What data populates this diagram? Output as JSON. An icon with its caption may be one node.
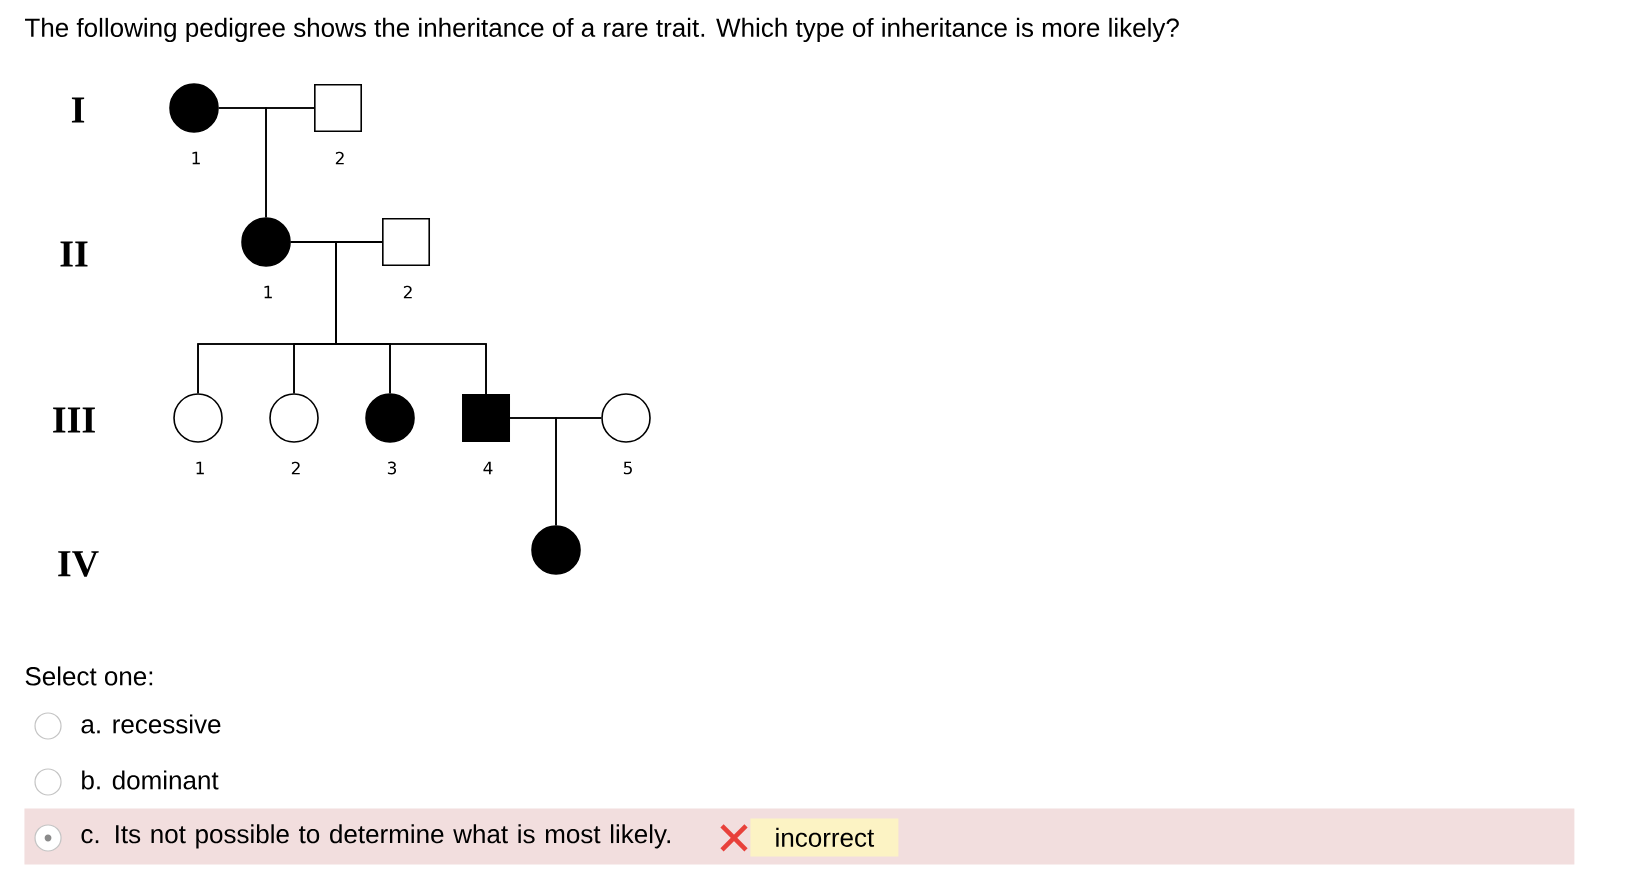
{
  "diagram": {
    "title": "The following pedigree shows the inheritance of a rare trait. Which type of inheritance is more likely?",
    "nodes": [
      {
        "text": [],
        "shape": "disc",
        "beside": [
          "1"
        ]
      },
      {
        "text": [],
        "shape": "box",
        "beside": [
          "2"
        ]
      },
      {
        "text": [],
        "shape": "disc",
        "beside": [
          "1"
        ]
      },
      {
        "text": [],
        "shape": "box",
        "beside": [
          "2"
        ]
      },
      {
        "text": [],
        "shape": "circle",
        "beside": [
          "1"
        ]
      },
      {
        "text": [],
        "shape": "circle",
        "beside": [
          "2"
        ]
      },
      {
        "text": [],
        "shape": "disc",
        "beside": [
          "3"
        ]
      },
      {
        "text": [],
        "shape": "block",
        "beside": [
          "4"
        ]
      },
      {
        "text": [],
        "shape": "circle",
        "beside": [
          "5"
        ]
      },
      {
        "text": [],
        "shape": "disc"
      },
      {
        "text": [
          "c. Its not possible to determine what is most likely."
        ]
      },
      {
        "text": [
          "incorrect"
        ],
        "in": 10
      }
    ],
    "edges": [
      {
        "from": 0,
        "to": 1,
        "arrow": "none"
      },
      {
        "from": 0,
        "to": 2,
        "arrow": "none"
      },
      {
        "from": 1,
        "to": 2,
        "arrow": "none"
      },
      {
        "from": 2,
        "to": 3,
        "arrow": "none"
      },
      {
        "from": 2,
        "to": 4,
        "arrow": "none"
      },
      {
        "from": 2,
        "to": 5,
        "arrow": "none"
      },
      {
        "from": 2,
        "to": 6,
        "arrow": "none"
      },
      {
        "from": 2,
        "to": 7,
        "arrow": "none"
      },
      {
        "from": 3,
        "to": 4,
        "arrow": "none"
      },
      {
        "from": 3,
        "to": 5,
        "arrow": "none"
      },
      {
        "from": 3,
        "to": 6,
        "arrow": "none"
      },
      {
        "from": 3,
        "to": 7,
        "arrow": "none"
      },
      {
        "from": 7,
        "to": 8,
        "arrow": "none"
      },
      {
        "from": 7,
        "to": 9,
        "arrow": "none"
      },
      {
        "from": 8,
        "to": 9,
        "arrow": "none"
      }
    ],
    "labels": [
      "I",
      "II",
      "III",
      "IV",
      "Select one:",
      "a. recessive",
      "b. dominant"
    ]
  }
}
